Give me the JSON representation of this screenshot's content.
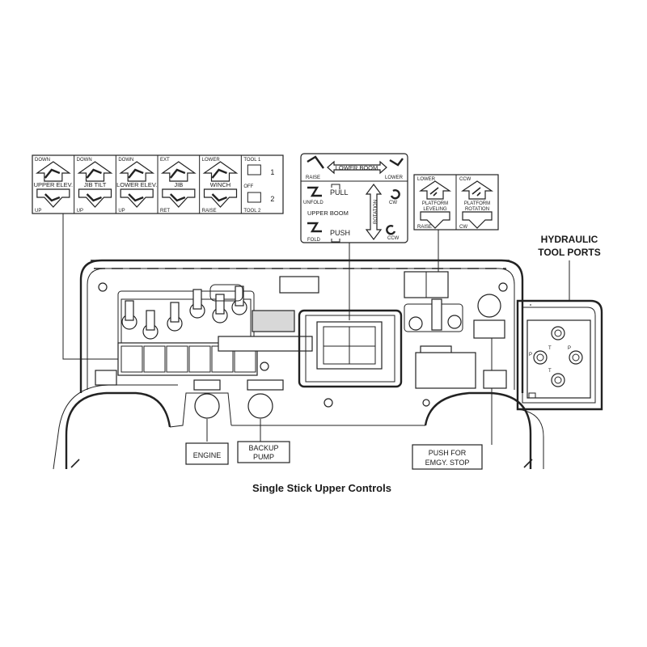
{
  "caption": "Single Stick Upper Controls",
  "hydraulic_label": [
    "HYDRAULIC",
    "TOOL PORTS"
  ],
  "control_decal_1": [
    {
      "top": "DOWN",
      "name": "UPPER ELEV.",
      "bottom": "UP"
    },
    {
      "top": "DOWN",
      "name": "JIB TILT",
      "bottom": "UP"
    },
    {
      "top": "DOWN",
      "name": "LOWER ELEV.",
      "bottom": "UP"
    },
    {
      "top": "EXT",
      "name": "JIB",
      "bottom": "RET"
    },
    {
      "top": "LOWER",
      "name": "WINCH",
      "bottom": "RAISE"
    },
    {
      "top": "TOOL 1",
      "name": "OFF",
      "bottom": "TOOL 2",
      "num1": "1",
      "num2": "2"
    }
  ],
  "control_decal_2": {
    "lower_boom": "LOWER BOOM",
    "raise": "RAISE",
    "lower": "LOWER",
    "pull": "PULL",
    "unfold": "UNFOLD",
    "upper_boom": "UPPER BOOM",
    "push": "PUSH",
    "fold": "FOLD",
    "rotation": "ROTATION",
    "cw": "CW",
    "ccw": "CCW"
  },
  "control_decal_3": {
    "col1": {
      "top": "LOWER",
      "name": [
        "PLATFORM",
        "LEVELING"
      ],
      "bottom": "RAISE"
    },
    "col2": {
      "top": "CCW",
      "name": [
        "PLATFORM",
        "ROTATION"
      ],
      "bottom": "CW"
    }
  },
  "buttons": {
    "engine": "ENGINE",
    "backup_pump": [
      "BACKUP",
      "PUMP"
    ],
    "emergency_stop": [
      "PUSH FOR",
      "EMGY. STOP"
    ]
  },
  "port_letters": [
    "P",
    "T",
    "P",
    "T"
  ],
  "colors": {
    "ink": "#222222",
    "paper": "#ffffff",
    "shade": "#d8d8d8"
  }
}
